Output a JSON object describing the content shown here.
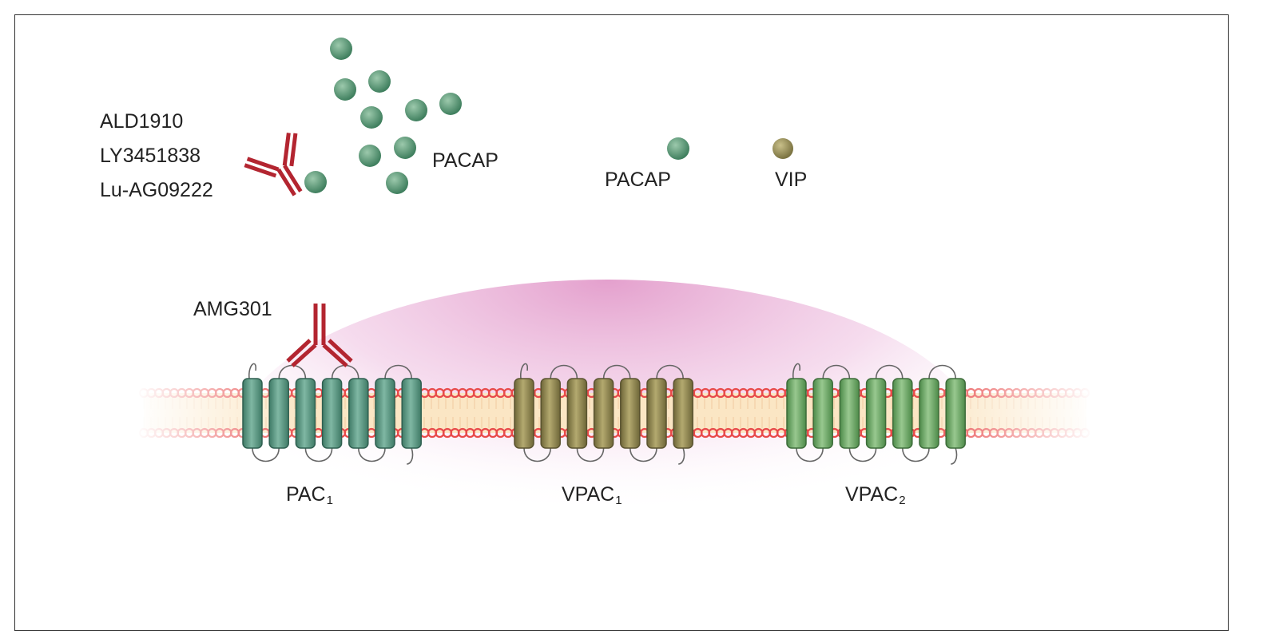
{
  "antibodies_ligand": {
    "names": [
      "ALD1910",
      "LY3451838",
      "Lu-AG09222"
    ]
  },
  "pacap_cluster_label": "PACAP",
  "legend": {
    "pacap_label": "PACAP",
    "vip_label": "VIP"
  },
  "receptor_antibody": {
    "name": "AMG301"
  },
  "receptors": [
    {
      "base": "PAC",
      "subscript": "1",
      "color": "#4f8f7b"
    },
    {
      "base": "VPAC",
      "subscript": "1",
      "color": "#8c8456"
    },
    {
      "base": "VPAC",
      "subscript": "2",
      "color": "#6aa066"
    }
  ],
  "colors": {
    "pacap": "#4f8f6e",
    "vip": "#8a8250",
    "antibody": "#b32530",
    "membrane_head": "#e84a4a",
    "membrane_core": "#fbe6c4",
    "cytoplasm": "#e7a8d2"
  }
}
